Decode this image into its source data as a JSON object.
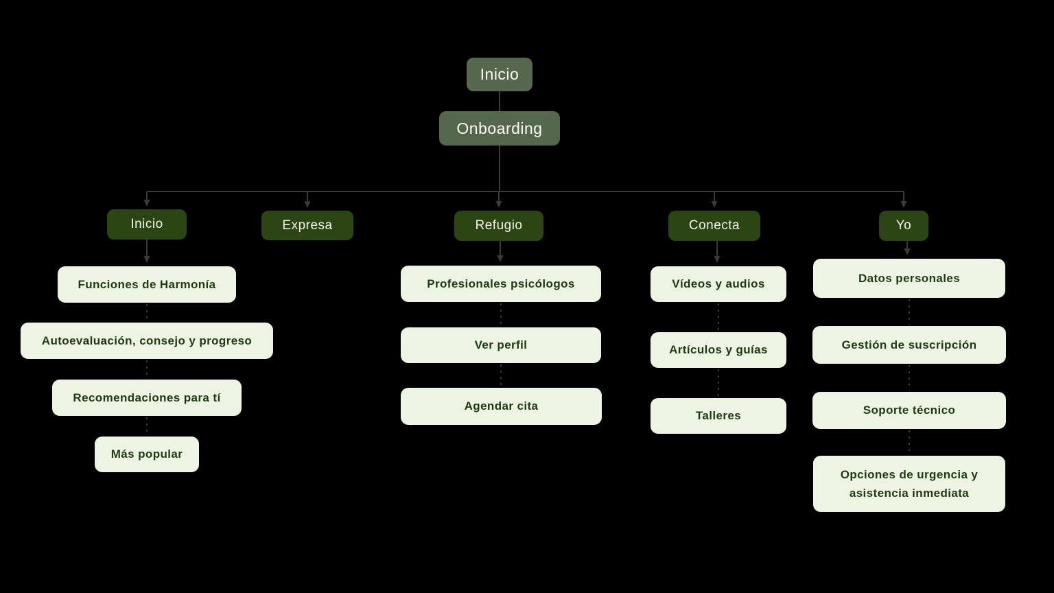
{
  "colors": {
    "background": "#000000",
    "top_node_fill": "#55684d",
    "branch_node_fill": "#2b4513",
    "leaf_fill": "#edf4e3",
    "leaf_text": "#1e3a11",
    "node_text": "#f3f3e9",
    "connector": "#3a3a3a"
  },
  "root": {
    "label": "Inicio"
  },
  "onboarding": {
    "label": "Onboarding"
  },
  "branches": [
    {
      "label": "Inicio",
      "children": [
        "Funciones de Harmonía",
        "Autoevaluación, consejo y progreso",
        "Recomendaciones para tí",
        "Más popular"
      ]
    },
    {
      "label": "Expresa",
      "children": []
    },
    {
      "label": "Refugio",
      "children": [
        "Profesionales psicólogos",
        "Ver perfil",
        "Agendar cita"
      ]
    },
    {
      "label": "Conecta",
      "children": [
        "Vídeos y audios",
        "Artículos y guías",
        "Talleres"
      ]
    },
    {
      "label": "Yo",
      "children": [
        "Datos personales",
        "Gestión de suscripción",
        "Soporte técnico",
        "Opciones de urgencia y asistencia inmediata"
      ]
    }
  ]
}
